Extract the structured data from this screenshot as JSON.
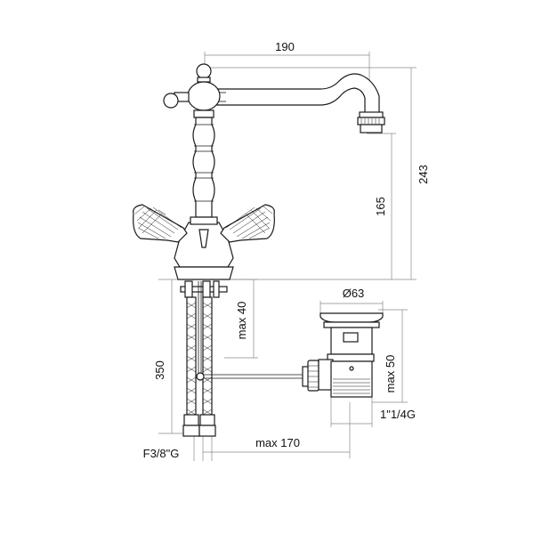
{
  "dimensions": {
    "width_top": "190",
    "total_height": "243",
    "spout_height": "165",
    "waste_diameter": "Ø63",
    "max_deck_thickness": "max 40",
    "hose_length": "350",
    "max_waste_length": "max 50",
    "waste_thread": "1\"1/4G",
    "max_rod_reach": "max 170",
    "supply_thread": "F3/8\"G"
  }
}
